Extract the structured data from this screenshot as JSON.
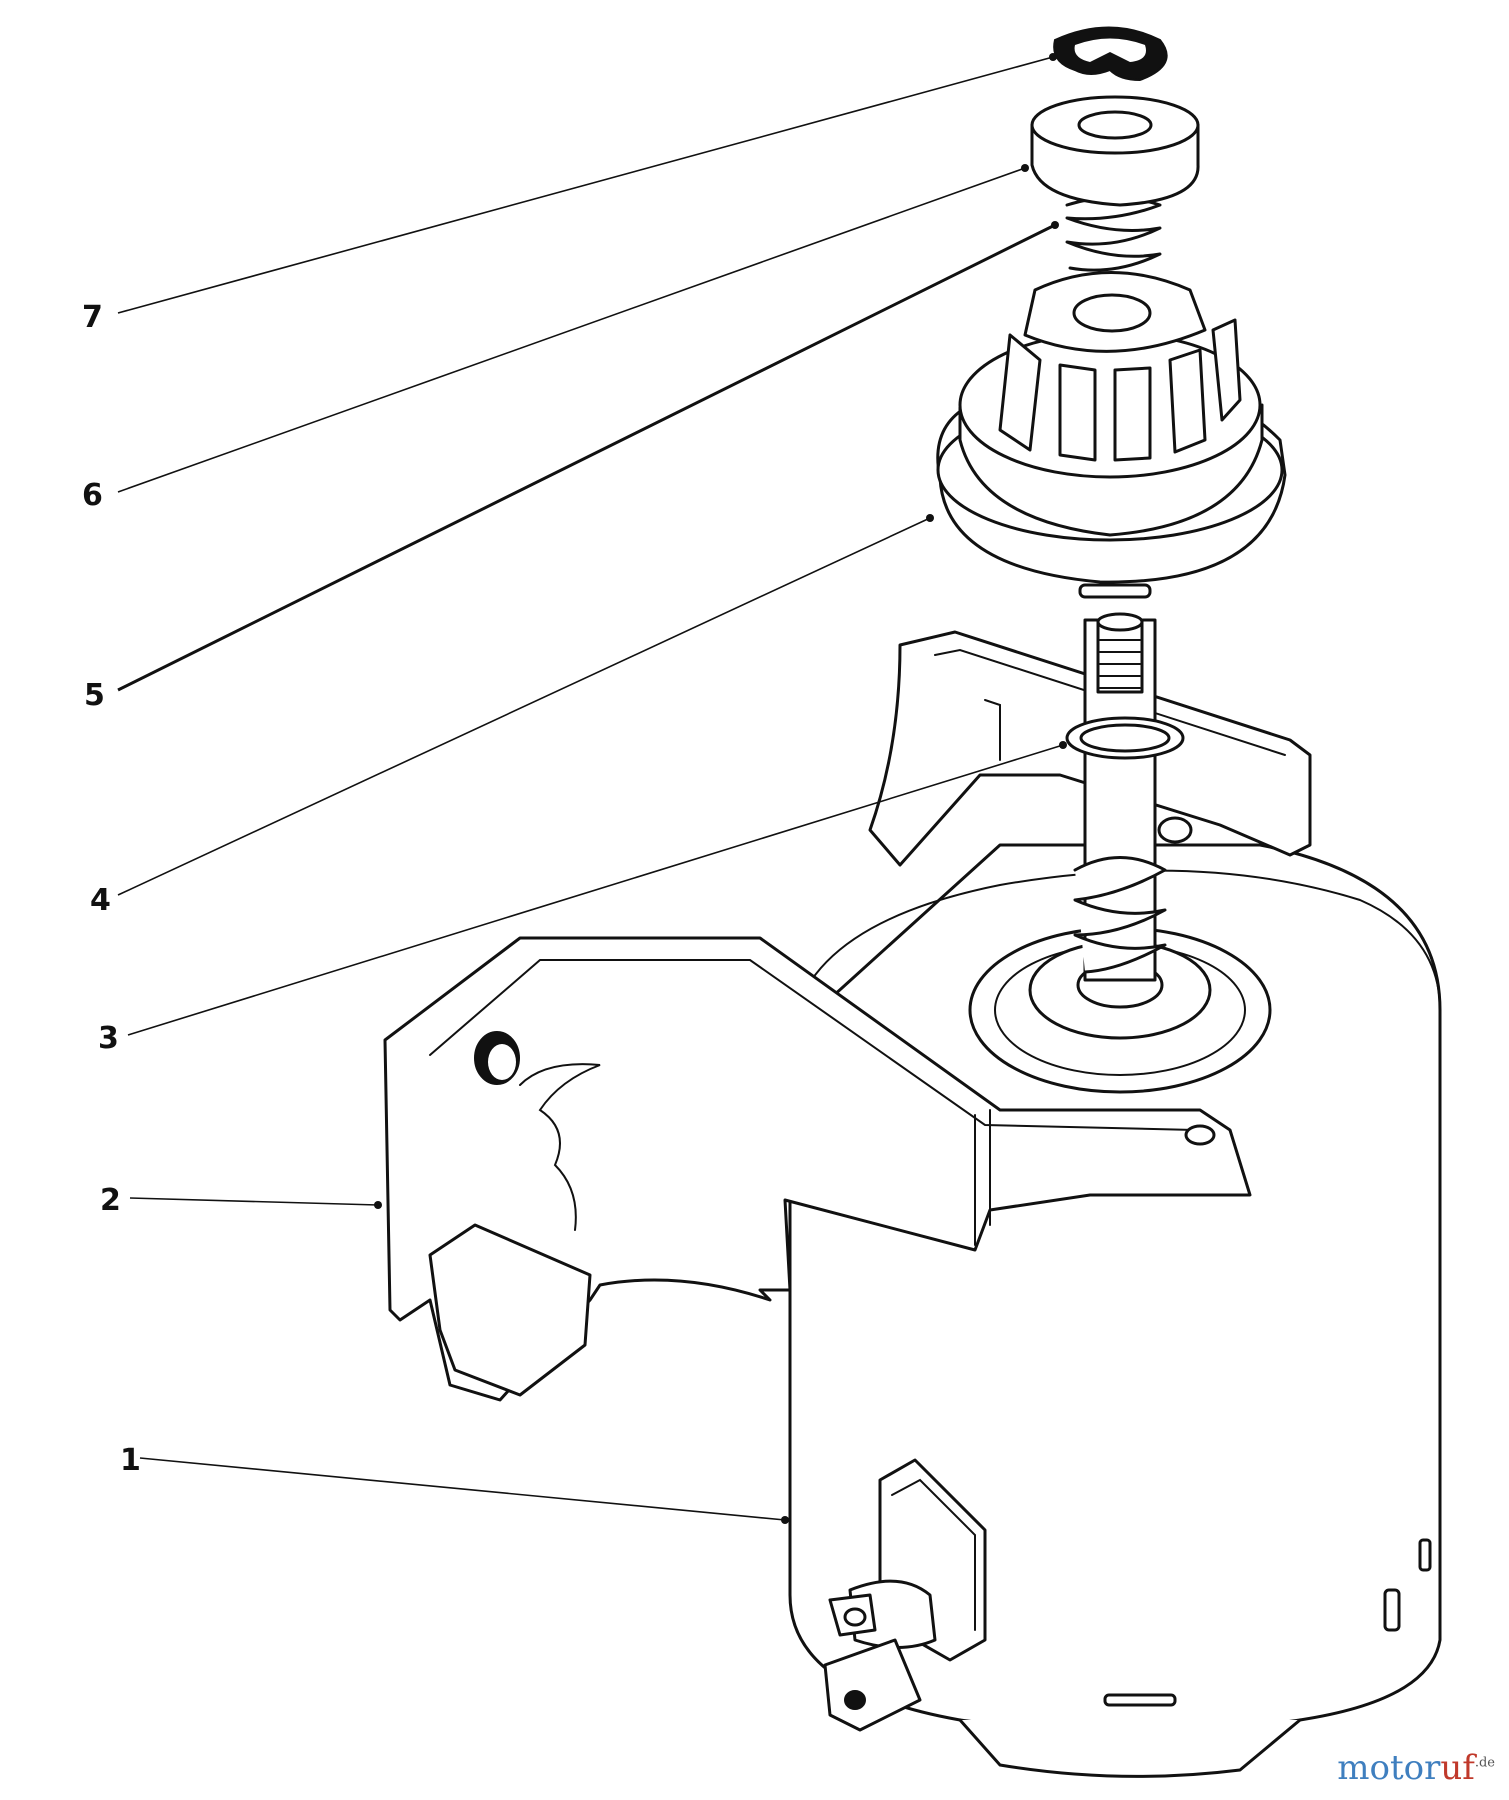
{
  "callouts": [
    {
      "number": "7",
      "part": "clip"
    },
    {
      "number": "6",
      "part": "retainer-cup"
    },
    {
      "number": "5",
      "part": "spring"
    },
    {
      "number": "4",
      "part": "pinion-gear"
    },
    {
      "number": "3",
      "part": "washer"
    },
    {
      "number": "2",
      "part": "mounting-bracket"
    },
    {
      "number": "1",
      "part": "starter-motor"
    }
  ],
  "watermark": {
    "brand_part1": "motor",
    "brand_part2": "uf",
    "tld": ".de"
  },
  "colors": {
    "ink": "#111111",
    "background": "#ffffff",
    "watermark_blue": "#3f7fbf",
    "watermark_red": "#c0392b"
  }
}
